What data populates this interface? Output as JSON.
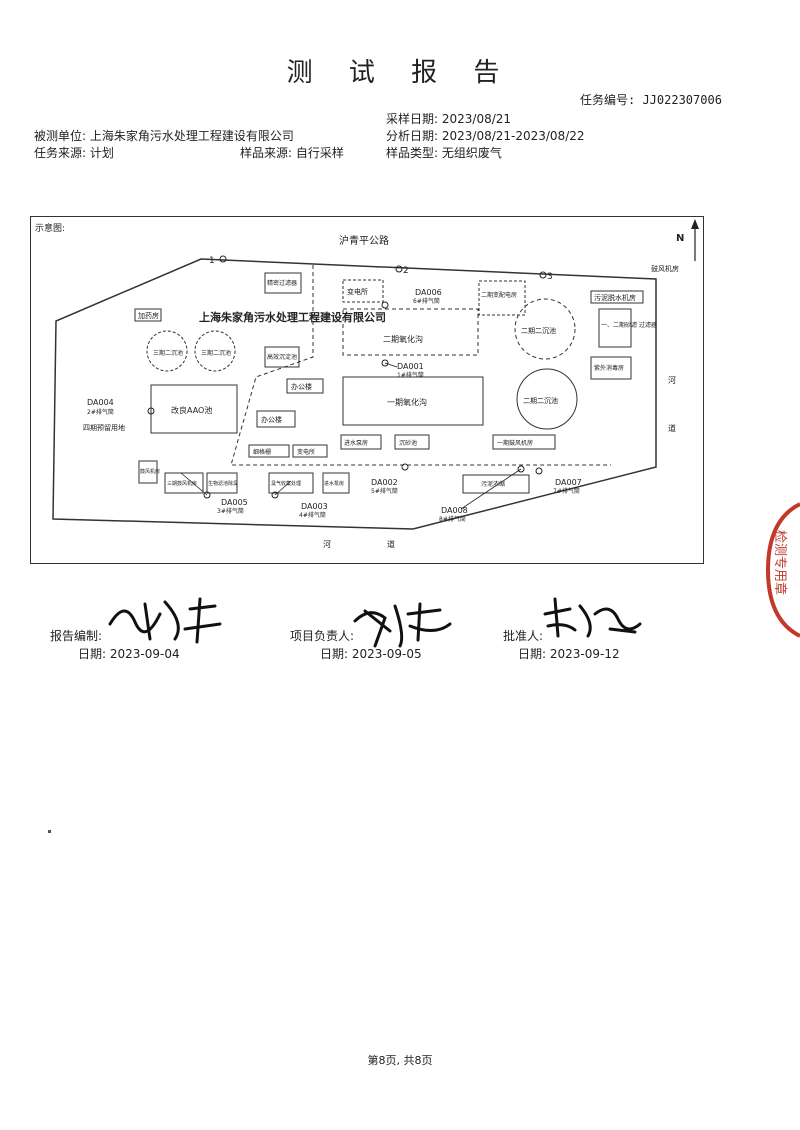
{
  "report": {
    "title": "测 试 报 告",
    "task_no": "任务编号: JJ022307006",
    "sampling_date": "采样日期:   2023/08/21",
    "client": "被测单位:   上海朱家角污水处理工程建设有限公司",
    "analysis_date": "分析日期:   2023/08/21-2023/08/22",
    "task_source": "任务来源:   计划",
    "sample_source": "样品来源: 自行采样",
    "sample_type": "样品类型: 无组织废气"
  },
  "map": {
    "legend": "示意图:",
    "north": "N",
    "road": "沪青平公路",
    "river_right_1": "河",
    "river_right_2": "道",
    "river_bottom_1": "河",
    "river_bottom_2": "道",
    "company": "上海朱家角污水处理工程建设有限公司",
    "points": {
      "p1": "1",
      "p2": "2",
      "p3": "3"
    },
    "buildings": {
      "fan_room_top": "鼓风机房",
      "sludge_room": "污泥脱水机房",
      "chem_room": "加药房",
      "phase3_settling_a": "三期二沉池",
      "phase3_settling_b": "三期二沉池",
      "fine_screen": "精密过滤器",
      "substation_top": "变电所",
      "phase2_oxidation": "二期氧化沟",
      "phase2_equip": "二期变配电房",
      "phase2_settling_top": "二期二沉池",
      "filter_room": "一、二期砂滤 过滤器",
      "uv_room": "紫外消毒房",
      "high_eff_settling": "高效沉淀池",
      "office_top": "办公楼",
      "aao_tank": "改良AAO池",
      "phase4_land": "四期预留用地",
      "office_mid": "办公楼",
      "phase1_oxidation": "一期氧化沟",
      "phase2_settling_mid": "二期二沉池",
      "fine_screen2": "细格栅",
      "substation_mid": "变电所",
      "inlet_pump": "进水泵房",
      "grit_tank": "沉砂池",
      "phase1_fan": "一期鼓风机房",
      "fan_small": "鼓风机房",
      "phase3_fan": "三期鼓风机房",
      "deodor": "生物滤池除臭",
      "odor_system": "臭气收集处理",
      "inlet_pump2": "进水泵房",
      "sludge_pond": "污泥浓缩"
    },
    "sample_points": {
      "da001": "DA001",
      "da001_desc": "1#排气筒",
      "da002": "DA002",
      "da002_desc": "5#排气筒",
      "da003": "DA003",
      "da003_desc": "4#排气筒",
      "da004": "DA004",
      "da004_desc": "2#排气筒",
      "da005": "DA005",
      "da005_desc": "3#排气筒",
      "da006": "DA006",
      "da006_desc": "6#排气筒",
      "da007": "DA007",
      "da007_desc": "7#排气筒",
      "da008": "DA008",
      "da008_desc": "8#排气筒"
    }
  },
  "signatures": {
    "compiler_label": "报告编制:",
    "compiler_date": "日期:   2023-09-04",
    "manager_label": "项目负责人:",
    "manager_date": "日期:   2023-09-05",
    "approver_label": "批准人:",
    "approver_date": "日期:   2023-09-12"
  },
  "footer": {
    "page": "第8页, 共8页"
  },
  "stamp": {
    "text": "检测专用章"
  }
}
